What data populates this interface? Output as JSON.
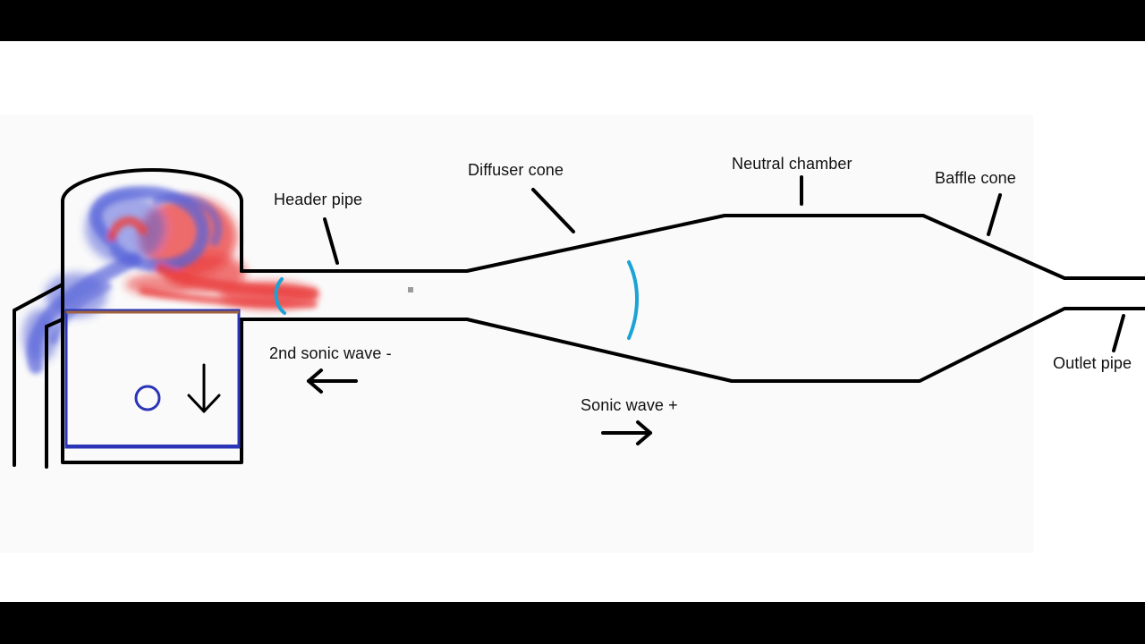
{
  "labels": {
    "header_pipe": "Header pipe",
    "diffuser_cone": "Diffuser cone",
    "neutral_chamber": "Neutral chamber",
    "baffle_cone": "Baffle cone",
    "outlet_pipe": "Outlet pipe",
    "second_sonic_wave": "2nd sonic wave -",
    "sonic_wave": "Sonic wave +"
  },
  "colors": {
    "outline": "#000000",
    "exhaust_hot": "#e81e1e",
    "exhaust_cool": "#3a49d4",
    "piston_outline": "#2b35b5",
    "piston_ring": "#a0623c",
    "wave": "#1aa3d6",
    "background": "#ffffff"
  },
  "icons": {
    "piston_motion": "arrow-down-icon",
    "exhaust_valve": "circle-icon",
    "reflected_wave_direction": "arrow-left-icon",
    "wave_direction": "arrow-right-icon"
  }
}
